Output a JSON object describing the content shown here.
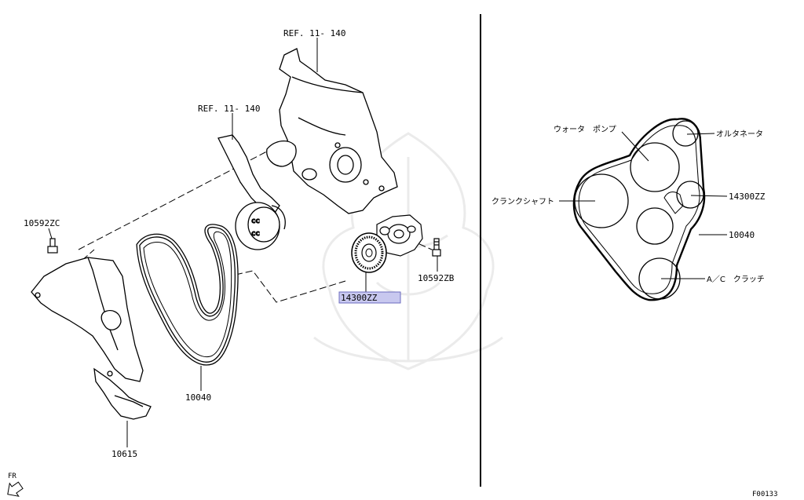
{
  "labels": {
    "ref_top": "REF. 11- 140",
    "ref_left": "REF. 11- 140",
    "bolt_left": "10592ZC",
    "bolt_right": "10592ZB",
    "tensioner": "14300ZZ",
    "belt": "10040",
    "cover": "10615",
    "fr": "FR",
    "figure_id": "F00133"
  },
  "belt_routing": {
    "water_pump": "ウォータ　ポンプ",
    "alternator": "オルタネータ",
    "crankshaft": "クランクシャフト",
    "tensioner": "14300ZZ",
    "belt": "10040",
    "ac_clutch": "A／C　クラッチ"
  },
  "colors": {
    "highlight": "#c8c8ef",
    "highlight_border": "#6b6bbf",
    "line": "#000000",
    "watermark": "#ebebeb"
  }
}
